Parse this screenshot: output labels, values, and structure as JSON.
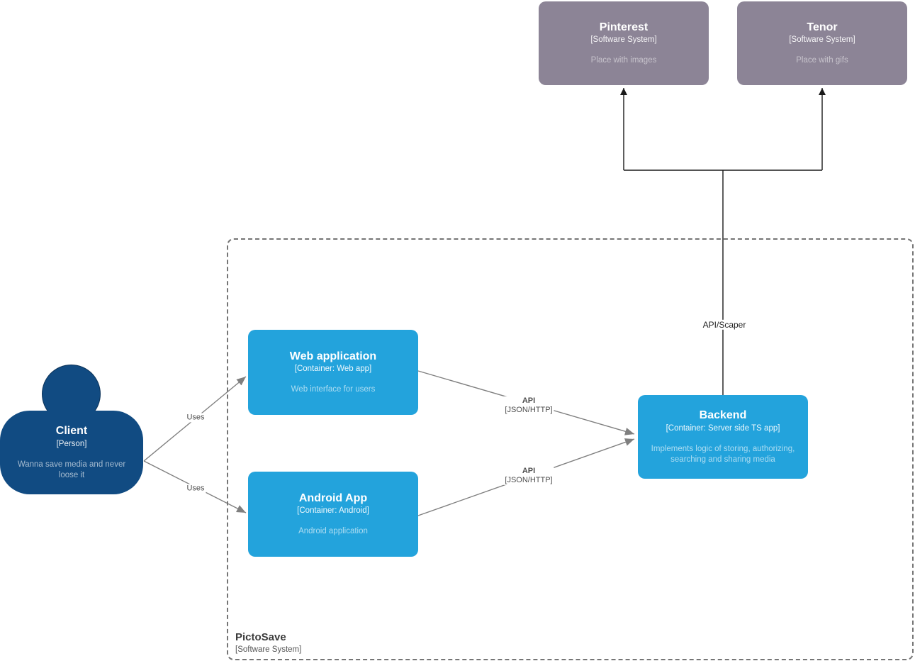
{
  "diagram_type": "c4-container-diagram",
  "boundary": {
    "title": "PictoSave",
    "subtitle": "[Software System]"
  },
  "nodes": {
    "pinterest": {
      "title": "Pinterest",
      "subtitle": "[Software System]",
      "description": "Place with images",
      "kind": "external-software-system"
    },
    "tenor": {
      "title": "Tenor",
      "subtitle": "[Software System]",
      "description": "Place with gifs",
      "kind": "external-software-system"
    },
    "client": {
      "title": "Client",
      "subtitle": "[Person]",
      "description": "Wanna save media and never loose it",
      "kind": "person"
    },
    "web_app": {
      "title": "Web application",
      "subtitle": "[Container: Web app]",
      "description": "Web interface for users",
      "kind": "container"
    },
    "android_app": {
      "title": "Android App",
      "subtitle": "[Container: Android]",
      "description": "Android application",
      "kind": "container"
    },
    "backend": {
      "title": "Backend",
      "subtitle": "[Container: Server side TS app]",
      "description": "Implements logic of storing, authorizing, searching and sharing media",
      "kind": "container"
    }
  },
  "edges": {
    "client_to_web": {
      "label": "Uses",
      "from": "client",
      "to": "web_app"
    },
    "client_to_android": {
      "label": "Uses",
      "from": "client",
      "to": "android_app"
    },
    "web_to_backend": {
      "label": "API",
      "sublabel": "[JSON/HTTP]",
      "from": "web_app",
      "to": "backend"
    },
    "android_to_backend": {
      "label": "API",
      "sublabel": "[JSON/HTTP]",
      "from": "android_app",
      "to": "backend"
    },
    "backend_to_external": {
      "label": "API/Scaper",
      "from": "backend",
      "to": "pinterest, tenor"
    }
  },
  "colors": {
    "person_fill": "#114b82",
    "container_fill": "#23a3dc",
    "external_fill": "#8c8496",
    "edge_gray": "#7f7f7f",
    "edge_black": "#1a1a1a",
    "boundary_dash": "#757575",
    "background": "#ffffff"
  }
}
